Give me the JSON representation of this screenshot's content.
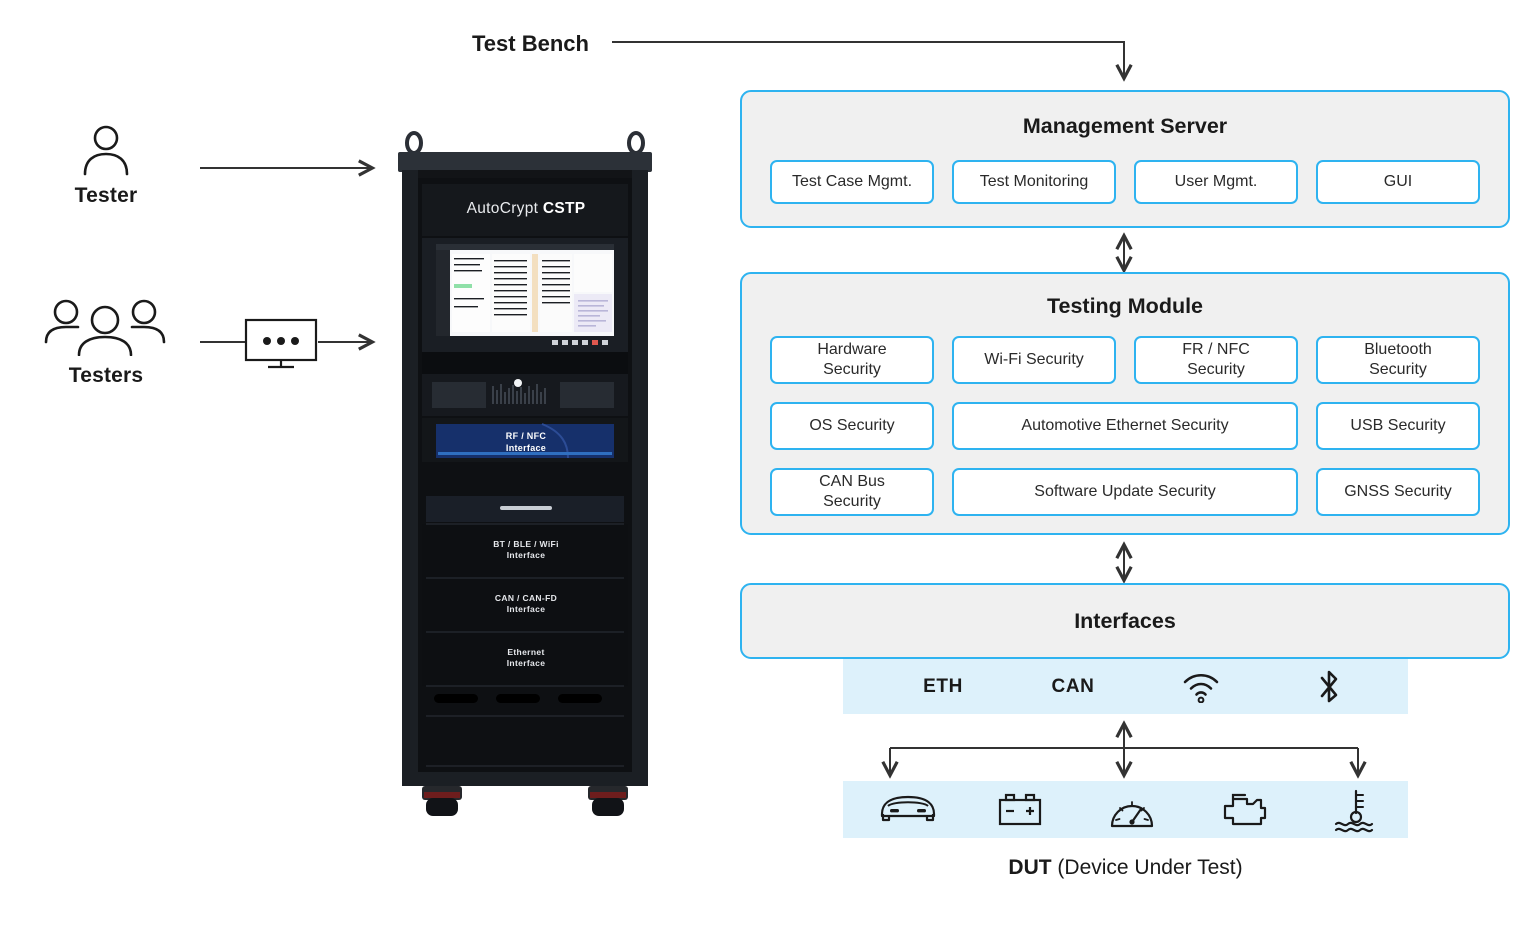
{
  "diagram": {
    "bench_title": "Test Bench",
    "actors": [
      {
        "label": "Tester",
        "icon": "single-person-icon"
      },
      {
        "label": "Testers",
        "icon": "group-of-people-icon"
      }
    ],
    "network_icon": "network-monitor-icon"
  },
  "rack": {
    "brand_prefix": "AutoCrypt ",
    "brand_suffix": "CSTP",
    "screen_icon": "test-dashboard-screen",
    "modules": [
      {
        "name": "rf-nfc-interface",
        "line1": "RF / NFC",
        "line2": "Interface"
      },
      {
        "name": "bt-ble-wifi-interface",
        "line1": "BT / BLE / WiFi",
        "line2": "Interface"
      },
      {
        "name": "can-canfd-interface",
        "line1": "CAN / CAN-FD",
        "line2": "Interface"
      },
      {
        "name": "ethernet-interface",
        "line1": "Ethernet",
        "line2": "Interface"
      }
    ]
  },
  "management_server": {
    "title": "Management Server",
    "items": [
      {
        "label": "Test Case Mgmt."
      },
      {
        "label": "Test Monitoring"
      },
      {
        "label": "User Mgmt."
      },
      {
        "label": "GUI"
      }
    ]
  },
  "testing_module": {
    "title": "Testing Module",
    "rows": [
      [
        {
          "label": "Hardware\nSecurity"
        },
        {
          "label": "Wi-Fi Security"
        },
        {
          "label": "FR / NFC\nSecurity"
        },
        {
          "label": "Bluetooth\nSecurity"
        }
      ],
      [
        {
          "label": "OS Security"
        },
        {
          "label": "Automotive Ethernet Security"
        },
        {
          "label": "USB Security"
        }
      ],
      [
        {
          "label": "CAN Bus\nSecurity"
        },
        {
          "label": "Software Update Security"
        },
        {
          "label": "GNSS Security"
        }
      ]
    ]
  },
  "interfaces": {
    "title": "Interfaces",
    "band": [
      {
        "label": "ETH",
        "type": "text",
        "icon": ""
      },
      {
        "label": "CAN",
        "type": "text",
        "icon": ""
      },
      {
        "label": "",
        "type": "icon",
        "icon": "wifi-icon"
      },
      {
        "label": "",
        "type": "icon",
        "icon": "bluetooth-icon"
      }
    ]
  },
  "dut": {
    "caption_bold": "DUT",
    "caption_rest": " (Device Under Test)",
    "icons": [
      {
        "name": "car-icon"
      },
      {
        "name": "battery-icon"
      },
      {
        "name": "speedometer-icon"
      },
      {
        "name": "engine-icon"
      },
      {
        "name": "coolant-temperature-icon"
      }
    ]
  },
  "colors": {
    "accent": "#2eb3f0",
    "panel_bg": "#f0f0f0",
    "band_bg": "#ddf1fb",
    "line": "#333333",
    "text": "#1a1a1a"
  }
}
